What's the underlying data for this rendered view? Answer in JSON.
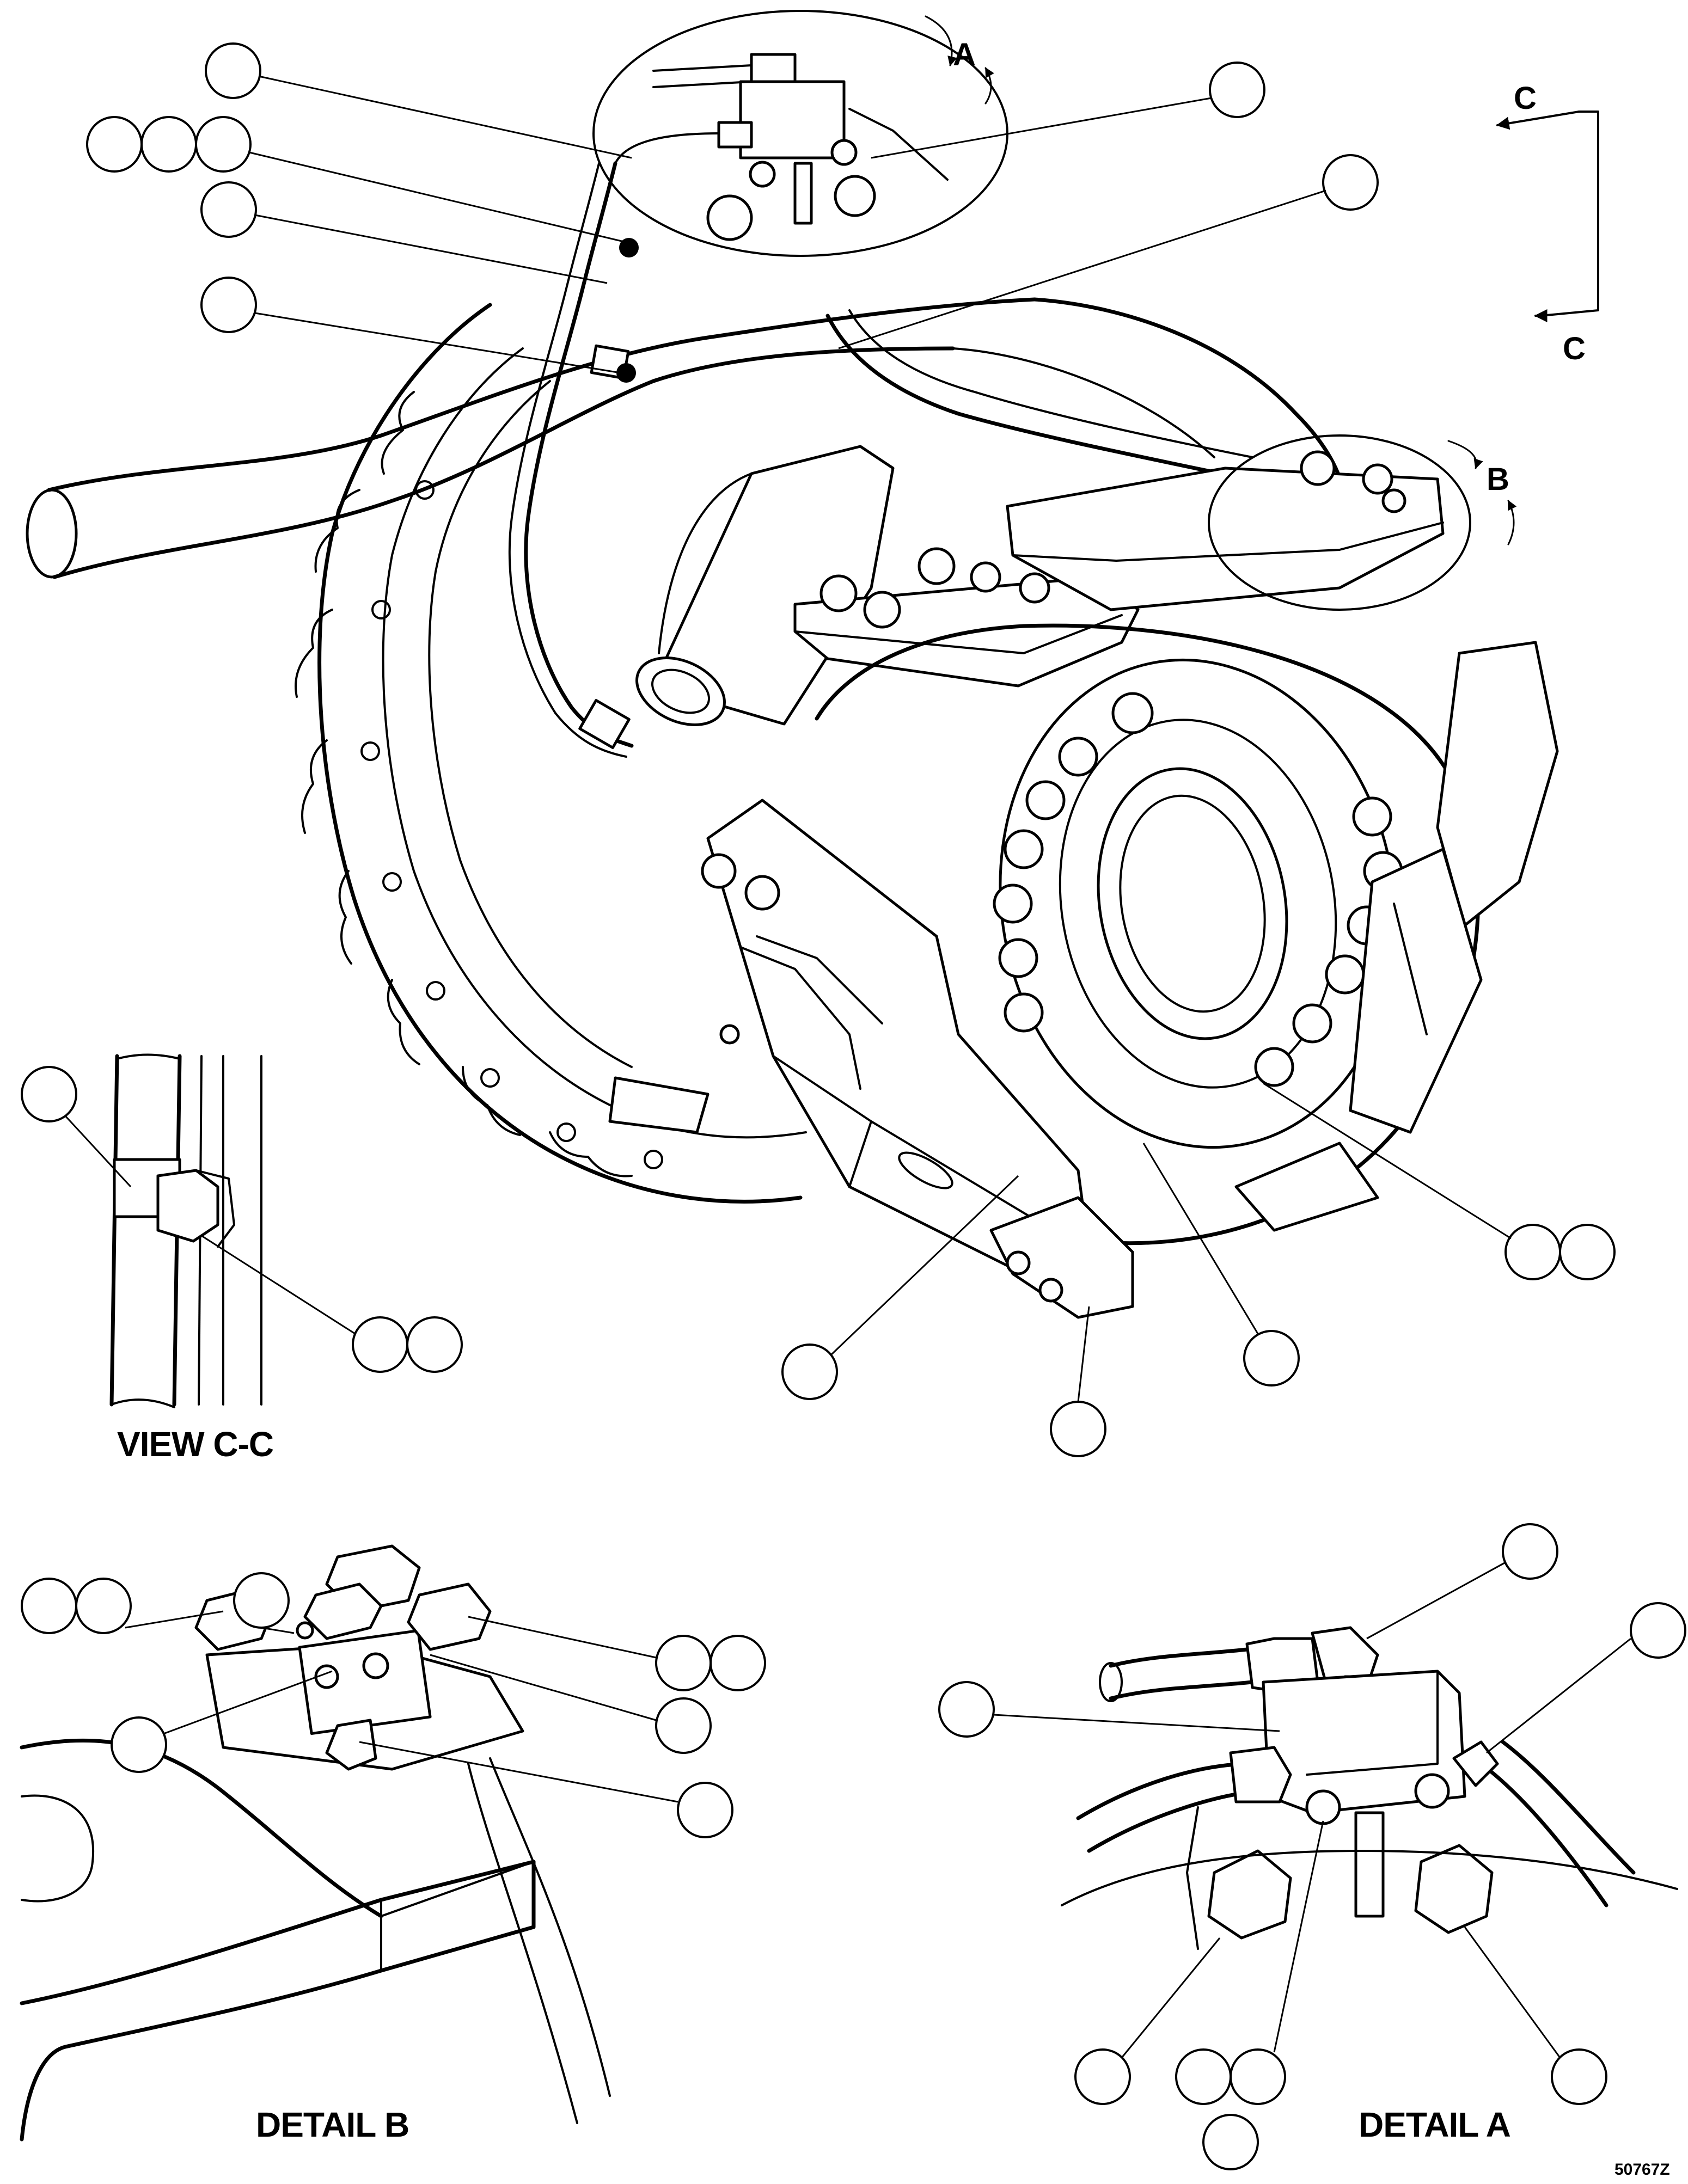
{
  "labels": {
    "detail_a_arrow": "A",
    "detail_b_arrow": "B",
    "view_c_top": "C",
    "view_c_bottom": "C",
    "view_cc": "VIEW C-C",
    "detail_b": "DETAIL B",
    "detail_a": "DETAIL A",
    "figure_number": "50767Z"
  }
}
